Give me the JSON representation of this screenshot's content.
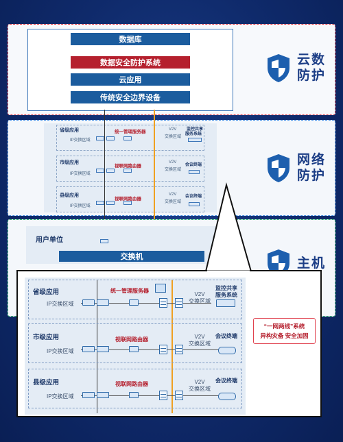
{
  "cloud": {
    "items": [
      "数据库",
      "数据安全防护系统",
      "云应用",
      "传统安全边界设备"
    ],
    "side_label": [
      "云数",
      "防护"
    ]
  },
  "network": {
    "side_label": [
      "网络",
      "防护"
    ],
    "rows": [
      {
        "title": "省级应用",
        "ip": "IP交换区域",
        "mid": "统一管理服务器",
        "v2v": [
          "V2V",
          "交换区域"
        ],
        "end": [
          "监控共享",
          "服务系统"
        ]
      },
      {
        "title": "市级应用",
        "ip": "IP交换区域",
        "mid": "视联网路由器",
        "v2v": [
          "V2V",
          "交换区域"
        ],
        "end": [
          "会议终端"
        ]
      },
      {
        "title": "县级应用",
        "ip": "IP交换区域",
        "mid": "视联网路由器",
        "v2v": [
          "V2V",
          "交换区域"
        ],
        "end": [
          "会议终端"
        ]
      }
    ]
  },
  "host": {
    "side_label": "主机",
    "user_unit": "用户单位",
    "switch": "交换机"
  },
  "callout": {
    "note_line1": "“一网两线”系统",
    "note_line2": "异构灾备  安全加固"
  },
  "colors": {
    "background": "#0f2a6b",
    "dark_blue": "#1b5c9e",
    "red": "#b5202e",
    "orange_line": "#f0a020",
    "label_blue": "#1c3e86"
  }
}
